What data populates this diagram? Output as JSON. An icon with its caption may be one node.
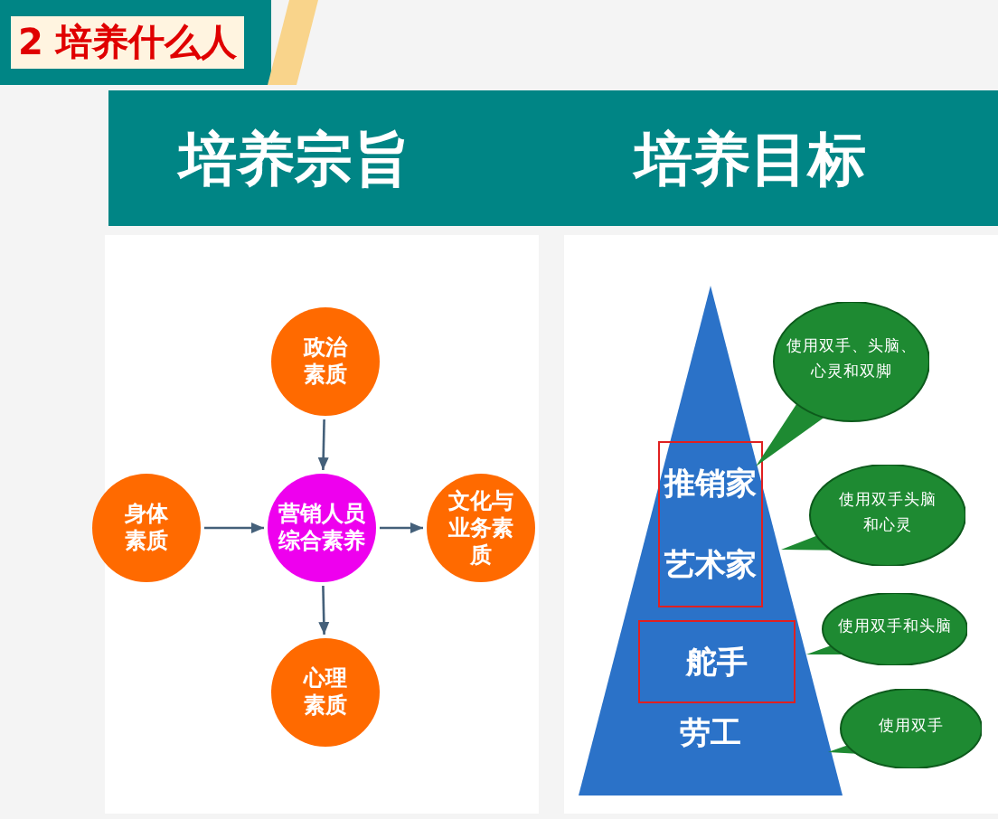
{
  "diagram": {
    "title": "2 培养什么人",
    "nodes": [
      {
        "text": [
          "政治素质"
        ]
      },
      {
        "text": [
          "身体素质"
        ]
      },
      {
        "text": [
          "营销人员综合素养"
        ]
      },
      {
        "text": [
          "文化与业务素质"
        ]
      },
      {
        "text": [
          "心理素质"
        ]
      },
      {
        "text": [
          "劳工"
        ]
      },
      {
        "text": [
          "推销家",
          "艺术家"
        ],
        "in": 5
      },
      {
        "text": [
          "舵手"
        ],
        "in": 5
      },
      {
        "text": [
          "使用双手、头脑、心灵和双脚"
        ]
      },
      {
        "text": [
          "使用双手头脑和心灵"
        ]
      },
      {
        "text": [
          "使用双手和头脑"
        ]
      },
      {
        "text": [
          "使用双手"
        ]
      }
    ],
    "edges": [
      {
        "from": 0,
        "to": 2,
        "arrow": "to"
      },
      {
        "from": 1,
        "to": 2,
        "arrow": "to"
      },
      {
        "from": 2,
        "to": 3,
        "arrow": "to"
      },
      {
        "from": 2,
        "to": 4,
        "arrow": "to"
      }
    ],
    "labels": [
      "培养宗旨",
      "培养目标"
    ]
  }
}
